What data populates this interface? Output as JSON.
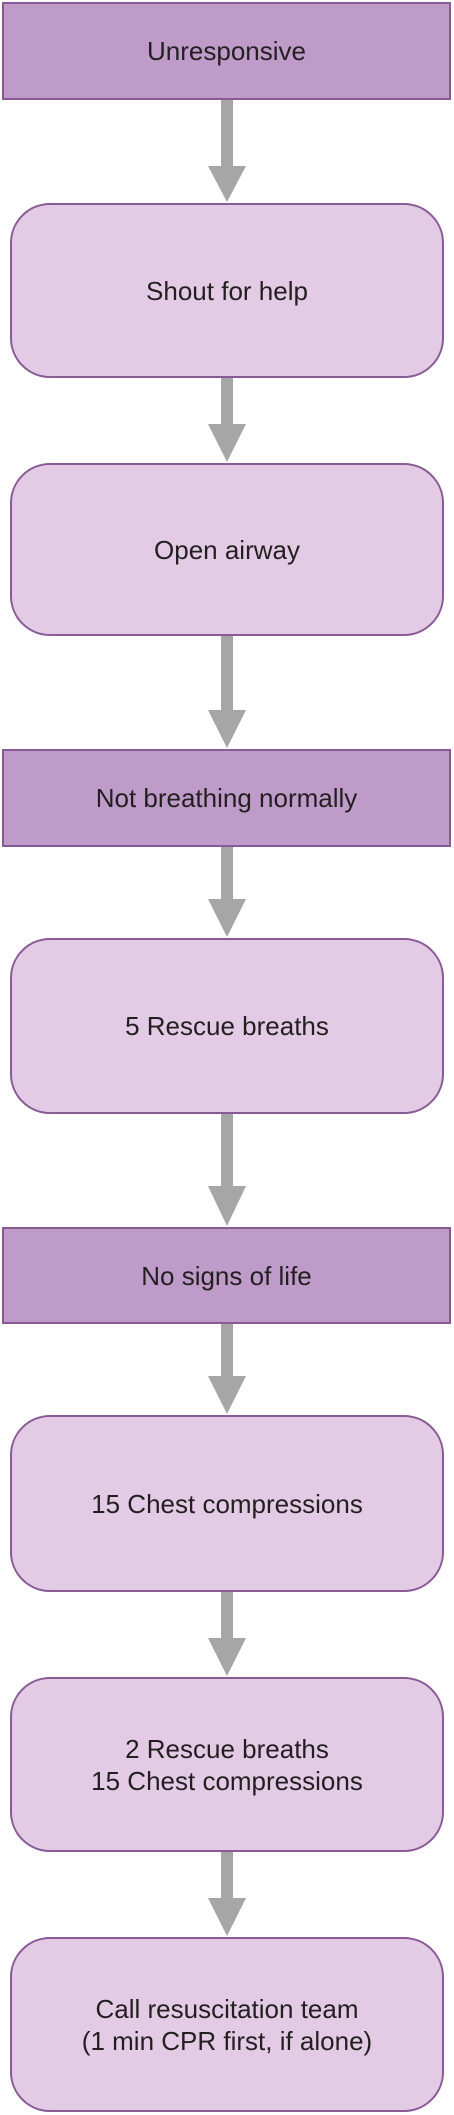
{
  "flowchart": {
    "steps": [
      {
        "shape": "rectangle",
        "lines": [
          "Unresponsive"
        ]
      },
      {
        "shape": "rounded",
        "lines": [
          "Shout for help"
        ]
      },
      {
        "shape": "rounded",
        "lines": [
          "Open airway"
        ]
      },
      {
        "shape": "rectangle",
        "lines": [
          "Not breathing normally"
        ]
      },
      {
        "shape": "rounded",
        "lines": [
          "5 Rescue breaths"
        ]
      },
      {
        "shape": "rectangle",
        "lines": [
          "No signs of life"
        ]
      },
      {
        "shape": "rounded",
        "lines": [
          "15 Chest compressions"
        ]
      },
      {
        "shape": "rounded",
        "lines": [
          "2 Rescue breaths",
          "15 Chest compressions"
        ]
      },
      {
        "shape": "rounded",
        "lines": [
          "Call resuscitation team",
          "(1 min CPR first, if alone)"
        ]
      }
    ],
    "colors": {
      "rectangle_fill": "#bf9bc9",
      "rounded_fill": "#e3cbe5",
      "border": "#8a5a96",
      "arrow": "#a6a6a6",
      "text": "#231f20"
    }
  }
}
